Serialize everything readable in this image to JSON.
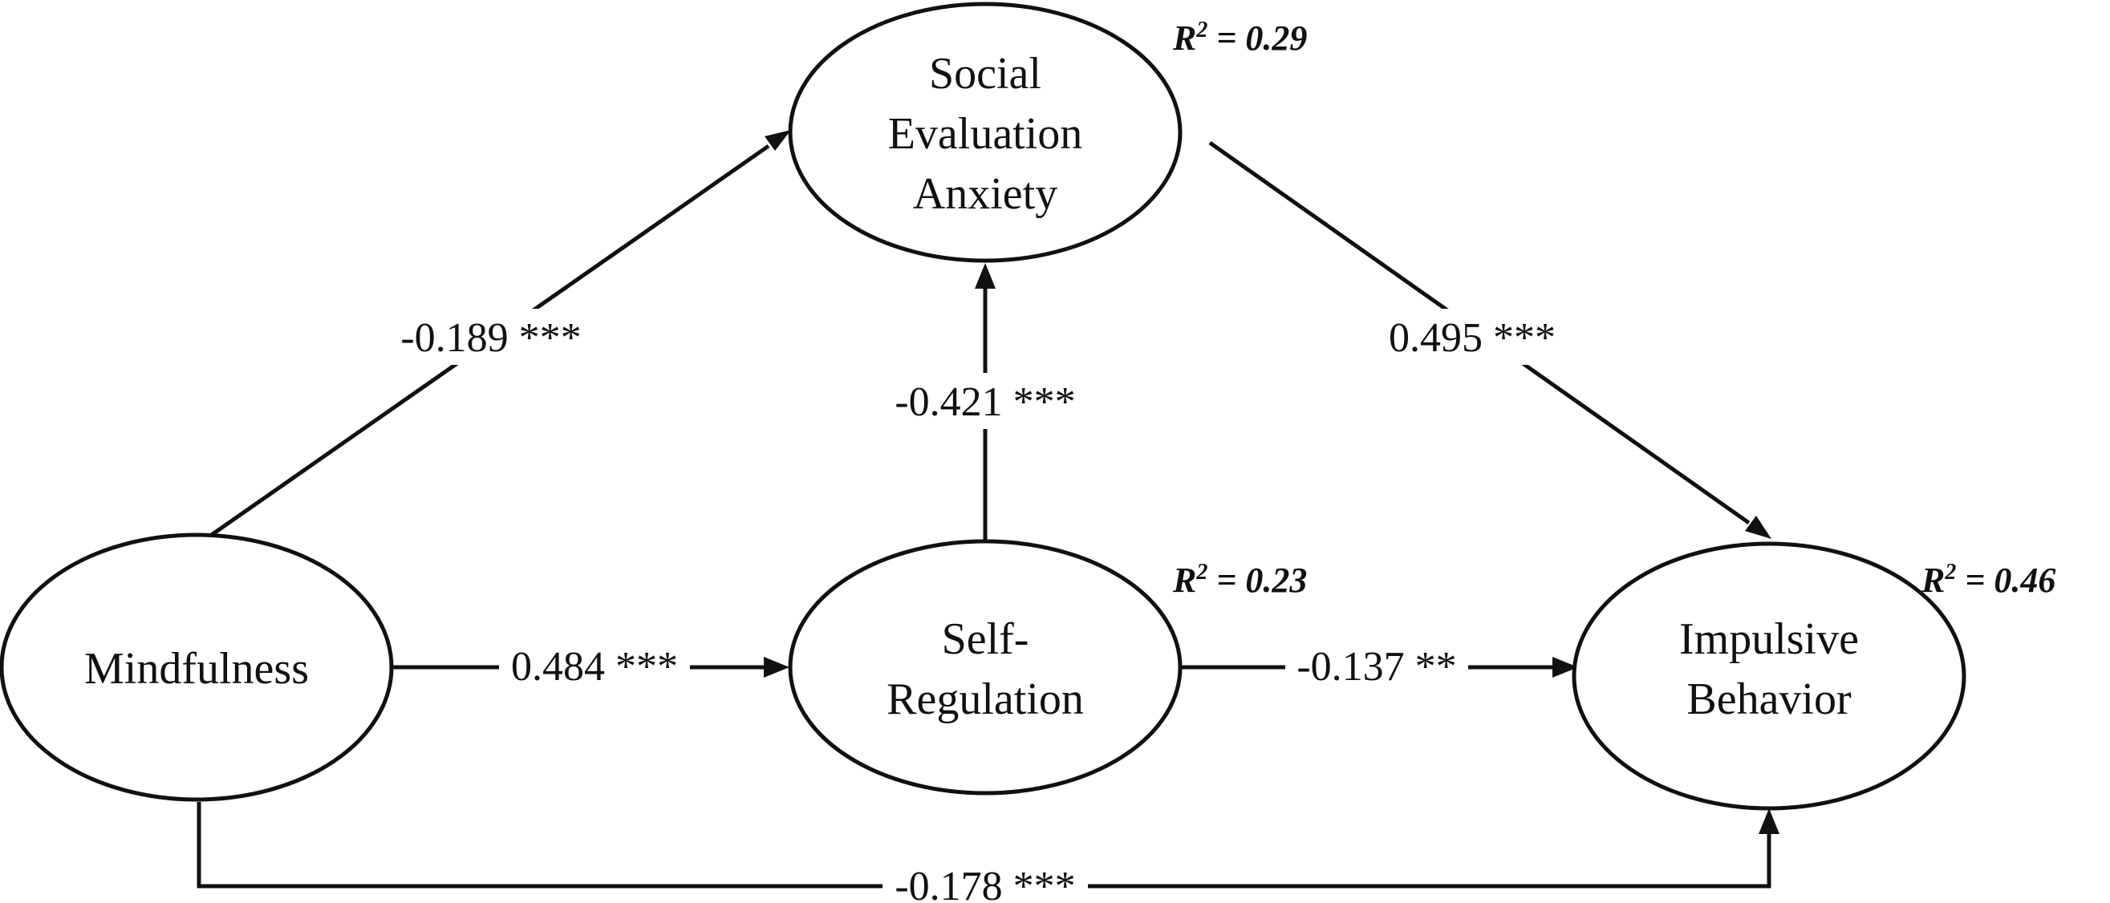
{
  "nodes": {
    "mindfulness": {
      "lines": [
        "Mindfulness"
      ]
    },
    "social_evaluation_anxiety": {
      "lines": [
        "Social",
        "Evaluation",
        "Anxiety"
      ],
      "r2": {
        "label": "R",
        "sup": "2",
        "value": " = 0.29"
      }
    },
    "self_regulation": {
      "lines": [
        "Self-",
        "Regulation"
      ],
      "r2": {
        "label": "R",
        "sup": "2",
        "value": " = 0.23"
      }
    },
    "impulsive_behavior": {
      "lines": [
        "Impulsive",
        "Behavior"
      ],
      "r2": {
        "label": "R",
        "sup": "2",
        "value": " = 0.46"
      }
    }
  },
  "edges": {
    "mindfulness_to_anxiety": "-0.189 ***",
    "regulation_to_anxiety": "-0.421 ***",
    "anxiety_to_impulsive": "0.495 ***",
    "mindfulness_to_regulation": "0.484 ***",
    "regulation_to_impulsive": "-0.137 **",
    "mindfulness_to_impulsive": "-0.178 ***"
  }
}
